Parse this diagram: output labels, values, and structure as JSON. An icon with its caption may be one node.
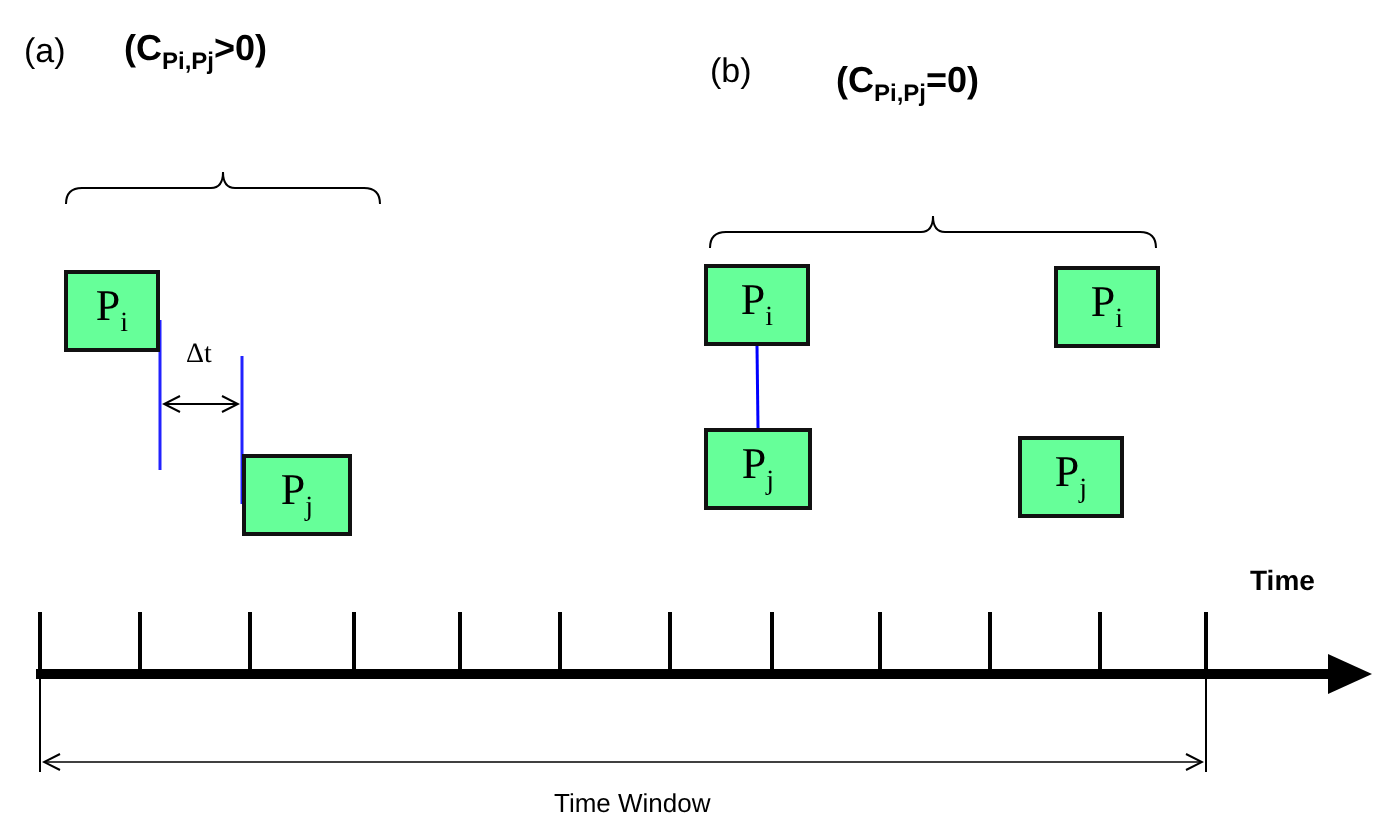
{
  "diagram": {
    "nodes": [
      {
        "text": [
          "P$_{i}$"
        ]
      },
      {
        "text": [
          "P$_{j}$"
        ]
      },
      {
        "text": [
          "P$_{i}$"
        ]
      },
      {
        "text": [
          "P$_{j}$"
        ]
      },
      {
        "text": [
          "P$_{i}$"
        ]
      },
      {
        "text": [
          "P$_{j}$"
        ]
      }
    ],
    "edges": [
      {
        "from": 2,
        "to": 3,
        "arrow": "none",
        "color": "#0000ff"
      }
    ],
    "labels": [
      "(a)",
      "**(C$_{Pi,Pj}$>0)**",
      "(b)",
      "**(C$_{Pi,Pj}$=0)**",
      "Δt",
      "Time",
      "Time Window"
    ]
  }
}
